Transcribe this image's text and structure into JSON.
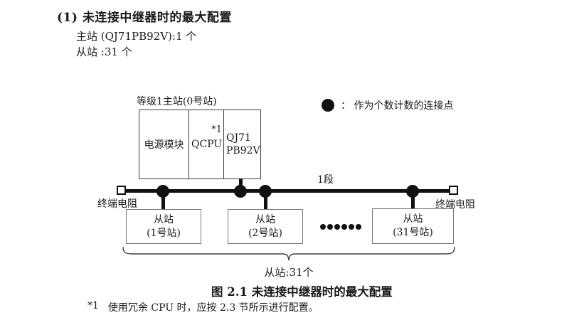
{
  "header": {
    "heading": "(1) 未连接中继器时的最大配置",
    "spec_master": "主站 (QJ71PB92V):1 个",
    "spec_slave": "从站 :31 个"
  },
  "diagram": {
    "master_label": "等级1主站(0号站)",
    "master_box": {
      "power": "电源模块",
      "cpu": "QCPU",
      "cpu_note": "*1",
      "pb_line1": "QJ71",
      "pb_line2": "PB92V"
    },
    "legend": {
      "icon": "connection-point-dot",
      "text": "：  作为个数计数的连接点"
    },
    "segment_label": "1段",
    "terminator_left": "终端电阻",
    "terminator_right": "终端电阻",
    "slaves": [
      {
        "line1": "从站",
        "line2": "(1号站)"
      },
      {
        "line1": "从站",
        "line2": "(2号站)"
      },
      {
        "line1": "从站",
        "line2": "(31号站)"
      }
    ],
    "ellipsis_icon": "six-dots-ellipsis",
    "brace_label": "从站:31个"
  },
  "caption": "图 2.1 未连接中继器时的最大配置",
  "footnote": {
    "marker": "*1",
    "text": "使用冗余 CPU 时，应按 2.3 节所示进行配置。"
  },
  "colors": {
    "text": "#1a1a1a",
    "line": "#111111",
    "master_border": "#3c3c3c",
    "slave_border": "#767676",
    "background": "#ffffff"
  }
}
